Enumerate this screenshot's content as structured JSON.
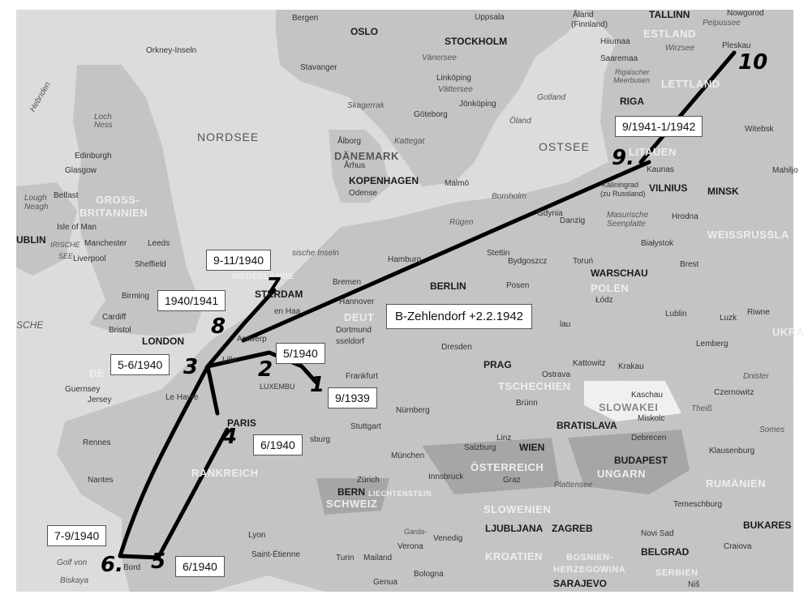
{
  "map": {
    "colors": {
      "sea": "#dcdcdc",
      "land": "#c4c4c4",
      "land_dark": "#a6a6a6",
      "route": "#000000"
    },
    "seas": [
      {
        "id": "nordsee",
        "label": "NORDSEE"
      },
      {
        "id": "ostsee",
        "label": "OSTSEE"
      },
      {
        "id": "golf",
        "label": "Golf von"
      },
      {
        "id": "biskaya",
        "label": "Biskaya"
      }
    ],
    "regions": [
      {
        "id": "gb",
        "label": "GROSS-"
      },
      {
        "id": "gb2",
        "label": "BRITANNIEN"
      },
      {
        "id": "daenemark",
        "label": "DÄNEMARK"
      },
      {
        "id": "estland",
        "label": "ESTLAND"
      },
      {
        "id": "lettland",
        "label": "LETTLAND"
      },
      {
        "id": "litauen",
        "label": "LITAUEN"
      },
      {
        "id": "weissrussland",
        "label": "WEISSRUSSLA"
      },
      {
        "id": "polen",
        "label": "POLEN"
      },
      {
        "id": "tschechien",
        "label": "TSCHECHIEN"
      },
      {
        "id": "slowakei",
        "label": "SLOWAKEI"
      },
      {
        "id": "oesterreich",
        "label": "ÖSTERREICH"
      },
      {
        "id": "ungarn",
        "label": "UNGARN"
      },
      {
        "id": "schweiz",
        "label": "SCHWEIZ"
      },
      {
        "id": "frankreich",
        "label": "RANKREICH"
      },
      {
        "id": "rumaenien",
        "label": "RUMÄNIEN"
      },
      {
        "id": "slowenien",
        "label": "SLOWENIEN"
      },
      {
        "id": "kroatien",
        "label": "KROATIEN"
      },
      {
        "id": "bosnien",
        "label": "BOSNIEN-"
      },
      {
        "id": "herzegowina",
        "label": "HERZEGOWINA"
      },
      {
        "id": "serbien",
        "label": "SERBIEN"
      },
      {
        "id": "ukra",
        "label": "UKRA"
      },
      {
        "id": "niederlande",
        "label": "NIEDERLANDE"
      },
      {
        "id": "deut",
        "label": "DEUT"
      },
      {
        "id": "liechtenstein",
        "label": "LIECHTENSTEIN"
      }
    ],
    "capitals": [
      {
        "id": "oslo",
        "label": "OSLO"
      },
      {
        "id": "stockholm",
        "label": "STOCKHOLM"
      },
      {
        "id": "tallinn",
        "label": "TALLINN"
      },
      {
        "id": "riga",
        "label": "RIGA"
      },
      {
        "id": "kopenhagen",
        "label": "KOPENHAGEN"
      },
      {
        "id": "vilnius",
        "label": "VILNIUS"
      },
      {
        "id": "minsk",
        "label": "MINSK"
      },
      {
        "id": "london",
        "label": "LONDON"
      },
      {
        "id": "berlin",
        "label": "BERLIN"
      },
      {
        "id": "warschau",
        "label": "WARSCHAU"
      },
      {
        "id": "prag",
        "label": "PRAG"
      },
      {
        "id": "paris",
        "label": "PARIS"
      },
      {
        "id": "wien",
        "label": "WIEN"
      },
      {
        "id": "bratislava",
        "label": "BRATISLAVA"
      },
      {
        "id": "budapest",
        "label": "BUDAPEST"
      },
      {
        "id": "bern",
        "label": "BERN"
      },
      {
        "id": "ljubljana",
        "label": "LJUBLJANA"
      },
      {
        "id": "zagreb",
        "label": "ZAGREB"
      },
      {
        "id": "belgrad",
        "label": "BELGRAD"
      },
      {
        "id": "sarajevo",
        "label": "SARAJEVO"
      },
      {
        "id": "bukares",
        "label": "BUKARES"
      },
      {
        "id": "dublin",
        "label": "UBLIN"
      },
      {
        "id": "amsterdam",
        "label": "STERDAM"
      }
    ],
    "cities": [
      {
        "id": "bergen",
        "label": "Bergen"
      },
      {
        "id": "stavanger",
        "label": "Stavanger"
      },
      {
        "id": "uppsala",
        "label": "Uppsala"
      },
      {
        "id": "aland",
        "label": "Åland"
      },
      {
        "id": "finnland",
        "label": "(Finnland)"
      },
      {
        "id": "nowgorod",
        "label": "Nowgorod"
      },
      {
        "id": "pelpussee",
        "label": "Peipussee"
      },
      {
        "id": "pleskau",
        "label": "Pleskau"
      },
      {
        "id": "hiiumaa",
        "label": "Hiiumaa"
      },
      {
        "id": "saaremaa",
        "label": "Saaremaa"
      },
      {
        "id": "wirzsee",
        "label": "Wirzsee"
      },
      {
        "id": "rigaischer",
        "label": "Rigaischer"
      },
      {
        "id": "meerbusen",
        "label": "Meerbusen"
      },
      {
        "id": "witebsk",
        "label": "Witebsk"
      },
      {
        "id": "mahiljo",
        "label": "Mahiljo"
      },
      {
        "id": "kaunas",
        "label": "Kaunas"
      },
      {
        "id": "kaliningrad",
        "label": "Kaliningrad"
      },
      {
        "id": "zurussland",
        "label": "(zu Russland)"
      },
      {
        "id": "hrodna",
        "label": "Hrodna"
      },
      {
        "id": "bialystok",
        "label": "Białystok"
      },
      {
        "id": "brest",
        "label": "Brest"
      },
      {
        "id": "lublin",
        "label": "Lublin"
      },
      {
        "id": "luzk",
        "label": "Luzk"
      },
      {
        "id": "riwne",
        "label": "Riwne"
      },
      {
        "id": "lemberg",
        "label": "Lemberg"
      },
      {
        "id": "czernowitz",
        "label": "Czernowitz"
      },
      {
        "id": "linkoping",
        "label": "Linköping"
      },
      {
        "id": "vattersee",
        "label": "Vättersee"
      },
      {
        "id": "vanersee",
        "label": "Vänersee"
      },
      {
        "id": "jonkoping",
        "label": "Jönköping"
      },
      {
        "id": "goteborg",
        "label": "Göteborg"
      },
      {
        "id": "gotland",
        "label": "Gotland"
      },
      {
        "id": "oland",
        "label": "Öland"
      },
      {
        "id": "bornholm",
        "label": "Bornholm"
      },
      {
        "id": "aalborg",
        "label": "Ålborg"
      },
      {
        "id": "arhus",
        "label": "Århus"
      },
      {
        "id": "odense",
        "label": "Odense"
      },
      {
        "id": "malmo",
        "label": "Malmö"
      },
      {
        "id": "rugen",
        "label": "Rügen"
      },
      {
        "id": "skagerrak",
        "label": "Skagerrak"
      },
      {
        "id": "kattegat",
        "label": "Kattegat"
      },
      {
        "id": "gdynia",
        "label": "Gdynia"
      },
      {
        "id": "danzig",
        "label": "Danzig"
      },
      {
        "id": "masurische",
        "label": "Masurische"
      },
      {
        "id": "seenplatte",
        "label": "Seenplatte"
      },
      {
        "id": "stettin",
        "label": "Stettin"
      },
      {
        "id": "bydgoszcz",
        "label": "Bydgoszcz"
      },
      {
        "id": "torun",
        "label": "Toruń"
      },
      {
        "id": "posen",
        "label": "Posen"
      },
      {
        "id": "lodz",
        "label": "Łódz"
      },
      {
        "id": "hamburg",
        "label": "Hamburg"
      },
      {
        "id": "bremen",
        "label": "Bremen"
      },
      {
        "id": "hannover",
        "label": "Hannover"
      },
      {
        "id": "dortmund",
        "label": "Dortmund"
      },
      {
        "id": "dusseldorf",
        "label": "sseldorf"
      },
      {
        "id": "breslau",
        "label": "lau"
      },
      {
        "id": "dresden",
        "label": "Dresden"
      },
      {
        "id": "kattowitz",
        "label": "Kattowitz"
      },
      {
        "id": "krakau",
        "label": "Krakau"
      },
      {
        "id": "ostrava",
        "label": "Ostrava"
      },
      {
        "id": "brunn",
        "label": "Brünn"
      },
      {
        "id": "frankfurt",
        "label": "Frankfurt"
      },
      {
        "id": "nurnberg",
        "label": "Nürnberg"
      },
      {
        "id": "stuttgart",
        "label": "Stuttgart"
      },
      {
        "id": "munchen",
        "label": "München"
      },
      {
        "id": "salzburg",
        "label": "Salzburg"
      },
      {
        "id": "linz",
        "label": "Linz"
      },
      {
        "id": "innsbruck",
        "label": "Innsbruck"
      },
      {
        "id": "graz",
        "label": "Graz"
      },
      {
        "id": "zurich",
        "label": "Zürich"
      },
      {
        "id": "kaschau",
        "label": "Kaschau"
      },
      {
        "id": "miskolc",
        "label": "Miskolc"
      },
      {
        "id": "debrecen",
        "label": "Debrecen"
      },
      {
        "id": "plattensee",
        "label": "Plattensee"
      },
      {
        "id": "klausenburg",
        "label": "Klausenburg"
      },
      {
        "id": "temeschburg",
        "label": "Temeschburg"
      },
      {
        "id": "craiova",
        "label": "Craiova"
      },
      {
        "id": "novisad",
        "label": "Novi Sad"
      },
      {
        "id": "nis",
        "label": "Niš"
      },
      {
        "id": "edinburgh",
        "label": "Edinburgh"
      },
      {
        "id": "glasgow",
        "label": "Glasgow"
      },
      {
        "id": "belfast",
        "label": "Belfast"
      },
      {
        "id": "isleofman",
        "label": "Isle of Man"
      },
      {
        "id": "manchester",
        "label": "Manchester"
      },
      {
        "id": "leeds",
        "label": "Leeds"
      },
      {
        "id": "liverpool",
        "label": "Liverpool"
      },
      {
        "id": "sheffield",
        "label": "Sheffield"
      },
      {
        "id": "birmingham",
        "label": "Birming"
      },
      {
        "id": "cardiff",
        "label": "Cardiff"
      },
      {
        "id": "bristol",
        "label": "Bristol"
      },
      {
        "id": "orkney",
        "label": "Orkney-Inseln"
      },
      {
        "id": "hebriden",
        "label": "Hebriden"
      },
      {
        "id": "lochness",
        "label": "Loch"
      },
      {
        "id": "ness",
        "label": "Ness"
      },
      {
        "id": "loughneagh",
        "label": "Lough"
      },
      {
        "id": "neagh",
        "label": "Neagh"
      },
      {
        "id": "irische",
        "label": "IRISCHE"
      },
      {
        "id": "see",
        "label": "SEE"
      },
      {
        "id": "sche",
        "label": "SCHE"
      },
      {
        "id": "guernsey",
        "label": "Guernsey"
      },
      {
        "id": "jersey",
        "label": "Jersey"
      },
      {
        "id": "lehavre",
        "label": "Le Havre"
      },
      {
        "id": "rennes",
        "label": "Rennes"
      },
      {
        "id": "nantes",
        "label": "Nantes"
      },
      {
        "id": "bordeaux",
        "label": "Bord"
      },
      {
        "id": "lyon",
        "label": "Lyon"
      },
      {
        "id": "stetienne",
        "label": "Saint-Étienne"
      },
      {
        "id": "turin",
        "label": "Turin"
      },
      {
        "id": "mailand",
        "label": "Mailand"
      },
      {
        "id": "verona",
        "label": "Verona"
      },
      {
        "id": "venedig",
        "label": "Venedig"
      },
      {
        "id": "bologna",
        "label": "Bologna"
      },
      {
        "id": "genua",
        "label": "Genua"
      },
      {
        "id": "gardasee",
        "label": "Garda-"
      },
      {
        "id": "strasbourg",
        "label": "sburg"
      },
      {
        "id": "antwerpen",
        "label": "Antwerp"
      },
      {
        "id": "denhaag",
        "label": "en Haa"
      },
      {
        "id": "friesische",
        "label": "sische Inseln"
      },
      {
        "id": "lille",
        "label": "Lille"
      },
      {
        "id": "luxemburg",
        "label": "LUXEMBU"
      },
      {
        "id": "de",
        "label": "DE"
      },
      {
        "id": "dnister",
        "label": "Dnister"
      },
      {
        "id": "somes",
        "label": "Somes"
      },
      {
        "id": "theiss",
        "label": "Theiß"
      }
    ],
    "route_labels": [
      {
        "id": "l1",
        "text": "9/1939"
      },
      {
        "id": "l2",
        "text": "5/1940"
      },
      {
        "id": "l3",
        "text": "5-6/1940"
      },
      {
        "id": "l4",
        "text": "6/1940"
      },
      {
        "id": "l5",
        "text": "6/1940"
      },
      {
        "id": "l6",
        "text": "7-9/1940"
      },
      {
        "id": "l7",
        "text": "9-11/1940"
      },
      {
        "id": "l8",
        "text": "1940/1941"
      },
      {
        "id": "l9",
        "text": "9/1941-1/1942"
      },
      {
        "id": "l10",
        "text": "B-Zehlendorf +2.2.1942"
      }
    ],
    "route_numbers": [
      {
        "id": "n1",
        "text": "1"
      },
      {
        "id": "n2",
        "text": "2"
      },
      {
        "id": "n3",
        "text": "3"
      },
      {
        "id": "n4",
        "text": "4"
      },
      {
        "id": "n5",
        "text": "5"
      },
      {
        "id": "n6",
        "text": "6."
      },
      {
        "id": "n7",
        "text": "7"
      },
      {
        "id": "n8",
        "text": "8"
      },
      {
        "id": "n9",
        "text": "9."
      },
      {
        "id": "n10",
        "text": "10"
      }
    ]
  }
}
